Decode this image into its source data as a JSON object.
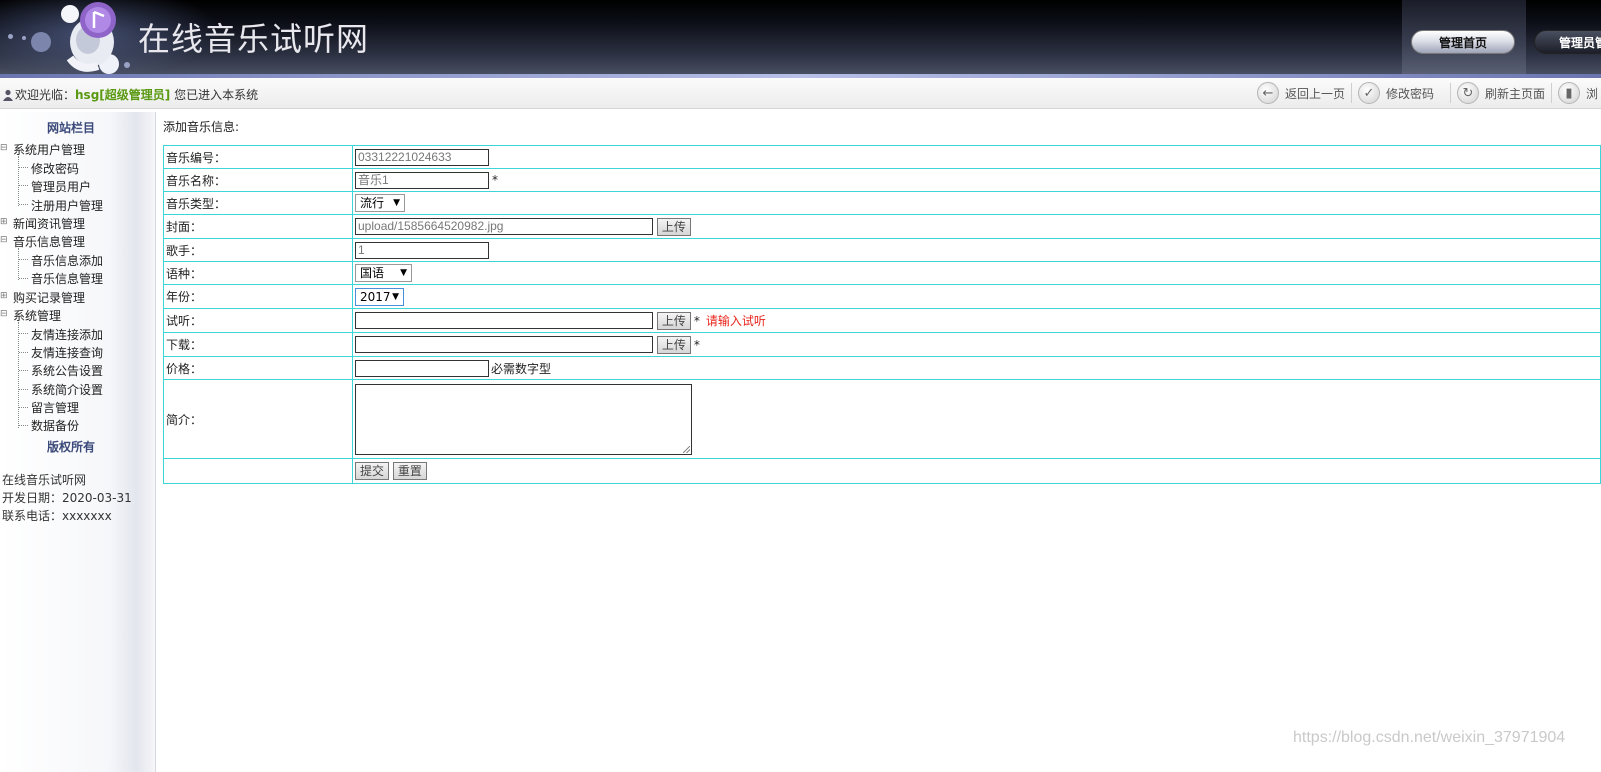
{
  "header": {
    "site_title": "在线音乐试听网",
    "nav": [
      "管理首页",
      "管理员管"
    ]
  },
  "welcome": {
    "prefix": "欢迎光临：",
    "user": "hsg[超级管理员]",
    "suffix": " 您已进入本系统"
  },
  "toolbar": {
    "back": "返回上一页",
    "change_password": "修改密码",
    "refresh": "刷新主页面",
    "browse": "浏"
  },
  "sidebar": {
    "heading": "网站栏目",
    "groups": [
      {
        "label": "系统用户管理",
        "items": [
          "修改密码",
          "管理员用户",
          "注册用户管理"
        ]
      },
      {
        "label": "新闻资讯管理",
        "items": []
      },
      {
        "label": "音乐信息管理",
        "items": [
          "音乐信息添加",
          "音乐信息管理"
        ]
      },
      {
        "label": "购买记录管理",
        "items": []
      },
      {
        "label": "系统管理",
        "items": [
          "友情连接添加",
          "友情连接查询",
          "系统公告设置",
          "系统简介设置",
          "留言管理",
          "数据备份"
        ]
      }
    ],
    "copyright_heading": "版权所有",
    "info": [
      "在线音乐试听网",
      "开发日期：2020-03-31",
      "联系电话：xxxxxxx"
    ]
  },
  "main": {
    "title": "添加音乐信息:",
    "fields": {
      "music_no": {
        "label": "音乐编号：",
        "value": "03312221024633"
      },
      "music_name": {
        "label": "音乐名称：",
        "value": "音乐1",
        "required": "*"
      },
      "music_type": {
        "label": "音乐类型：",
        "value": "流行"
      },
      "cover": {
        "label": "封面：",
        "value": "upload/1585664520982.jpg",
        "button": "上传"
      },
      "singer": {
        "label": "歌手：",
        "value": "1"
      },
      "language": {
        "label": "语种：",
        "value": "国语"
      },
      "year": {
        "label": "年份：",
        "value": "2017"
      },
      "audition": {
        "label": "试听：",
        "value": "",
        "button": "上传",
        "required": "*",
        "warning": "请输入试听"
      },
      "download": {
        "label": "下载：",
        "value": "",
        "button": "上传",
        "required": "*"
      },
      "price": {
        "label": "价格：",
        "value": "",
        "hint": "必需数字型"
      },
      "intro": {
        "label": "简介：",
        "value": ""
      }
    },
    "submit": "提交",
    "reset": "重置"
  },
  "watermark": "https://blog.csdn.net/weixin_37971904",
  "colors": {
    "table_border": "#3dd6d8",
    "user_name": "#5a9a12",
    "warning": "#e8261c"
  }
}
